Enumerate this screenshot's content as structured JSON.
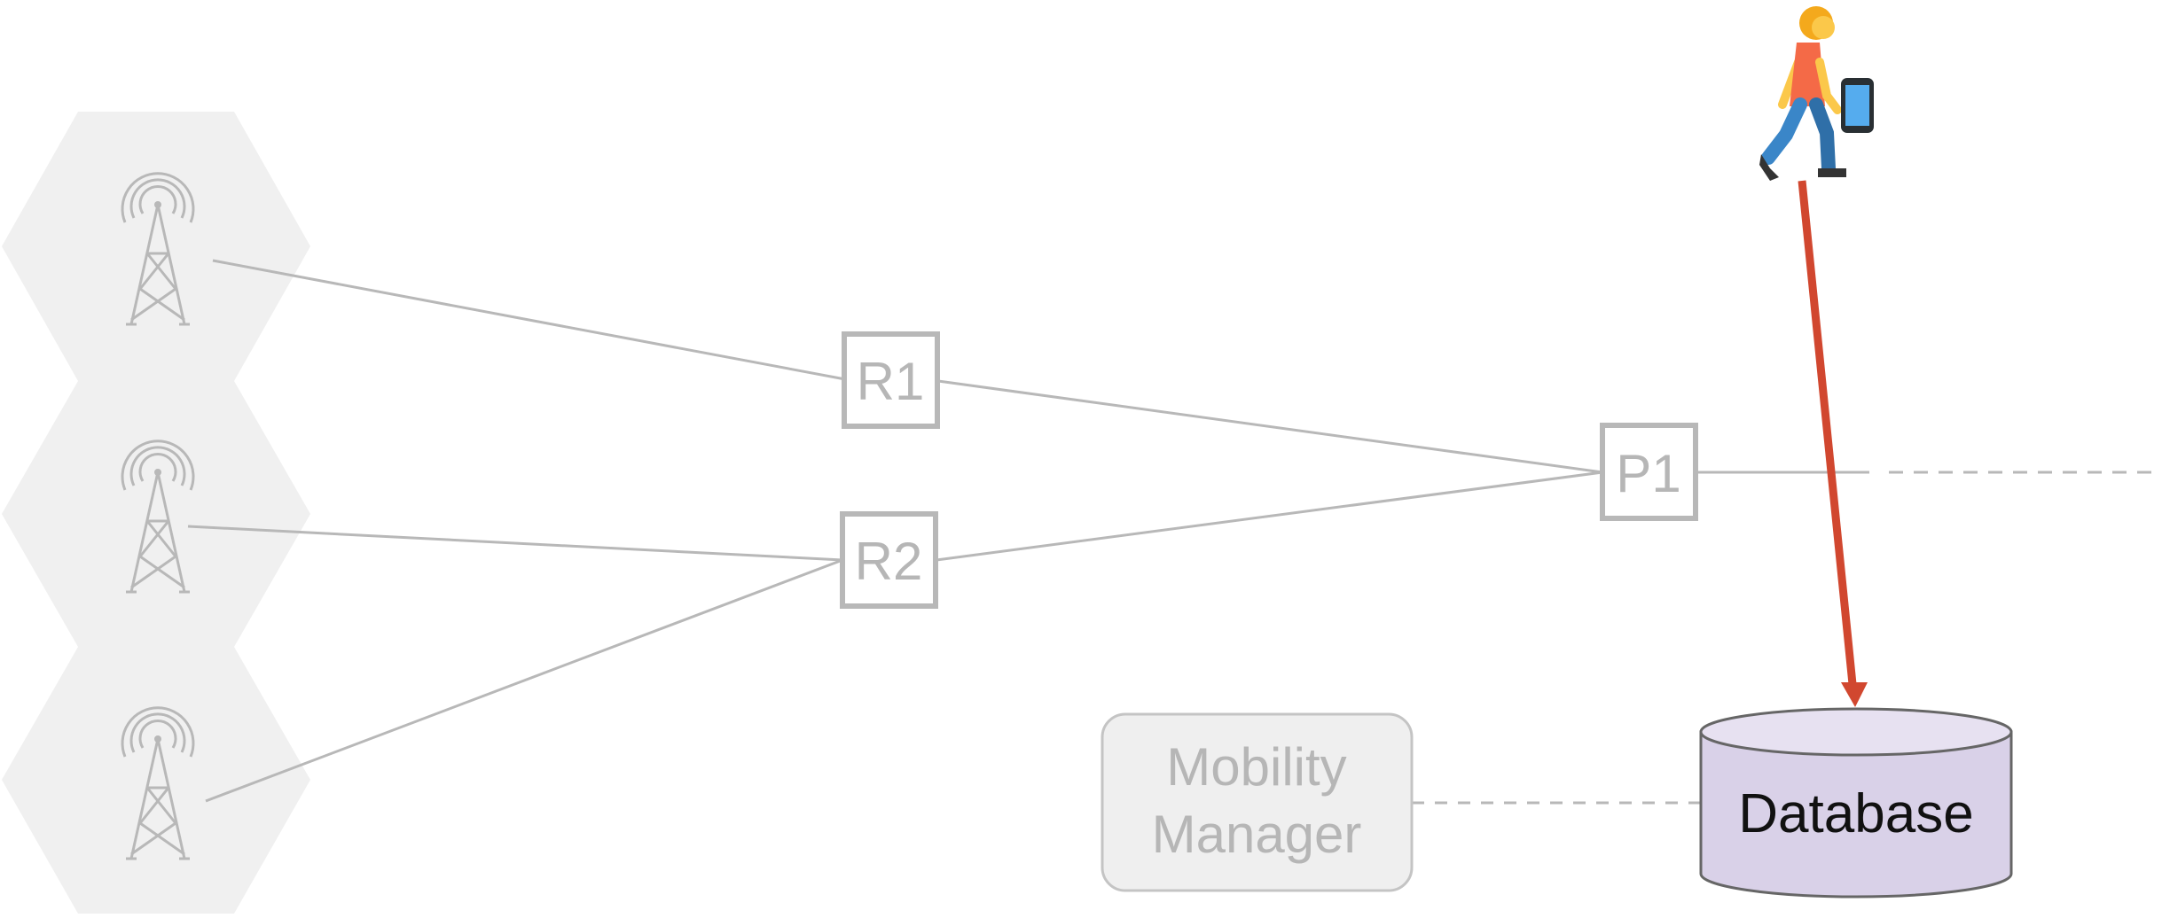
{
  "nodes": {
    "r1": {
      "label": "R1"
    },
    "r2": {
      "label": "R2"
    },
    "p1": {
      "label": "P1"
    },
    "mobility_manager": {
      "line1": "Mobility",
      "line2": "Manager"
    },
    "database": {
      "label": "Database"
    }
  },
  "icons": {
    "cell_tower": "cell-tower-icon",
    "user": "walking-person-with-phone-icon"
  },
  "colors": {
    "hex_cell": "#f0f0f0",
    "muted_gray": "#b6b6b6",
    "link_line": "#b8b8b8",
    "mobility_fill": "#efefef",
    "database_fill": "#d9d1e8",
    "database_top": "#e7e1f1",
    "arrow_red": "#d1472f",
    "text_dark": "#111111"
  }
}
